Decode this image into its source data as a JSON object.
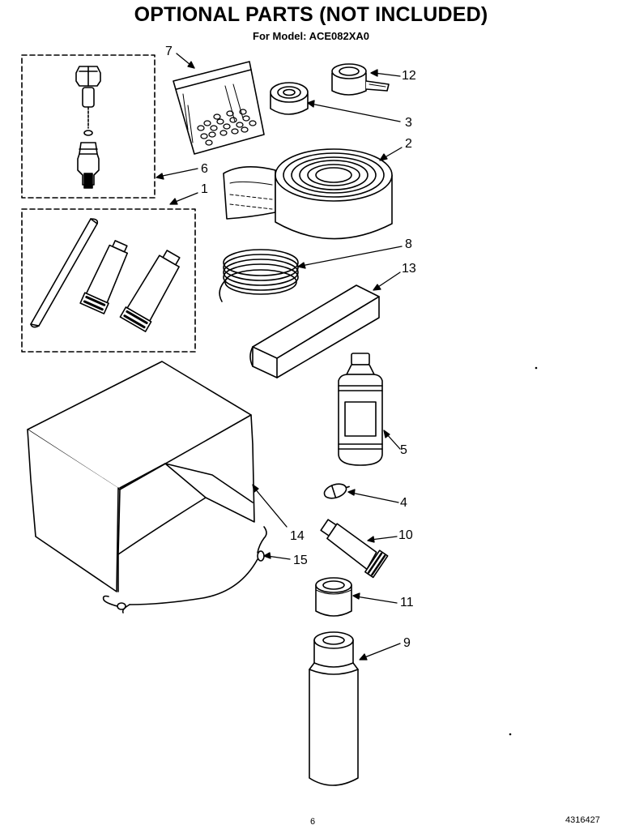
{
  "header": {
    "title": "OPTIONAL PARTS (NOT INCLUDED)",
    "subtitle": "For Model: ACE082XA0"
  },
  "callouts": {
    "c1": "1",
    "c2": "2",
    "c3": "3",
    "c4": "4",
    "c5": "5",
    "c6": "6",
    "c7": "7",
    "c8": "8",
    "c9": "9",
    "c10": "10",
    "c11": "11",
    "c12": "12",
    "c13": "13",
    "c14": "14",
    "c15": "15"
  },
  "footer": {
    "page_number": "6",
    "document_number": "4316427"
  }
}
